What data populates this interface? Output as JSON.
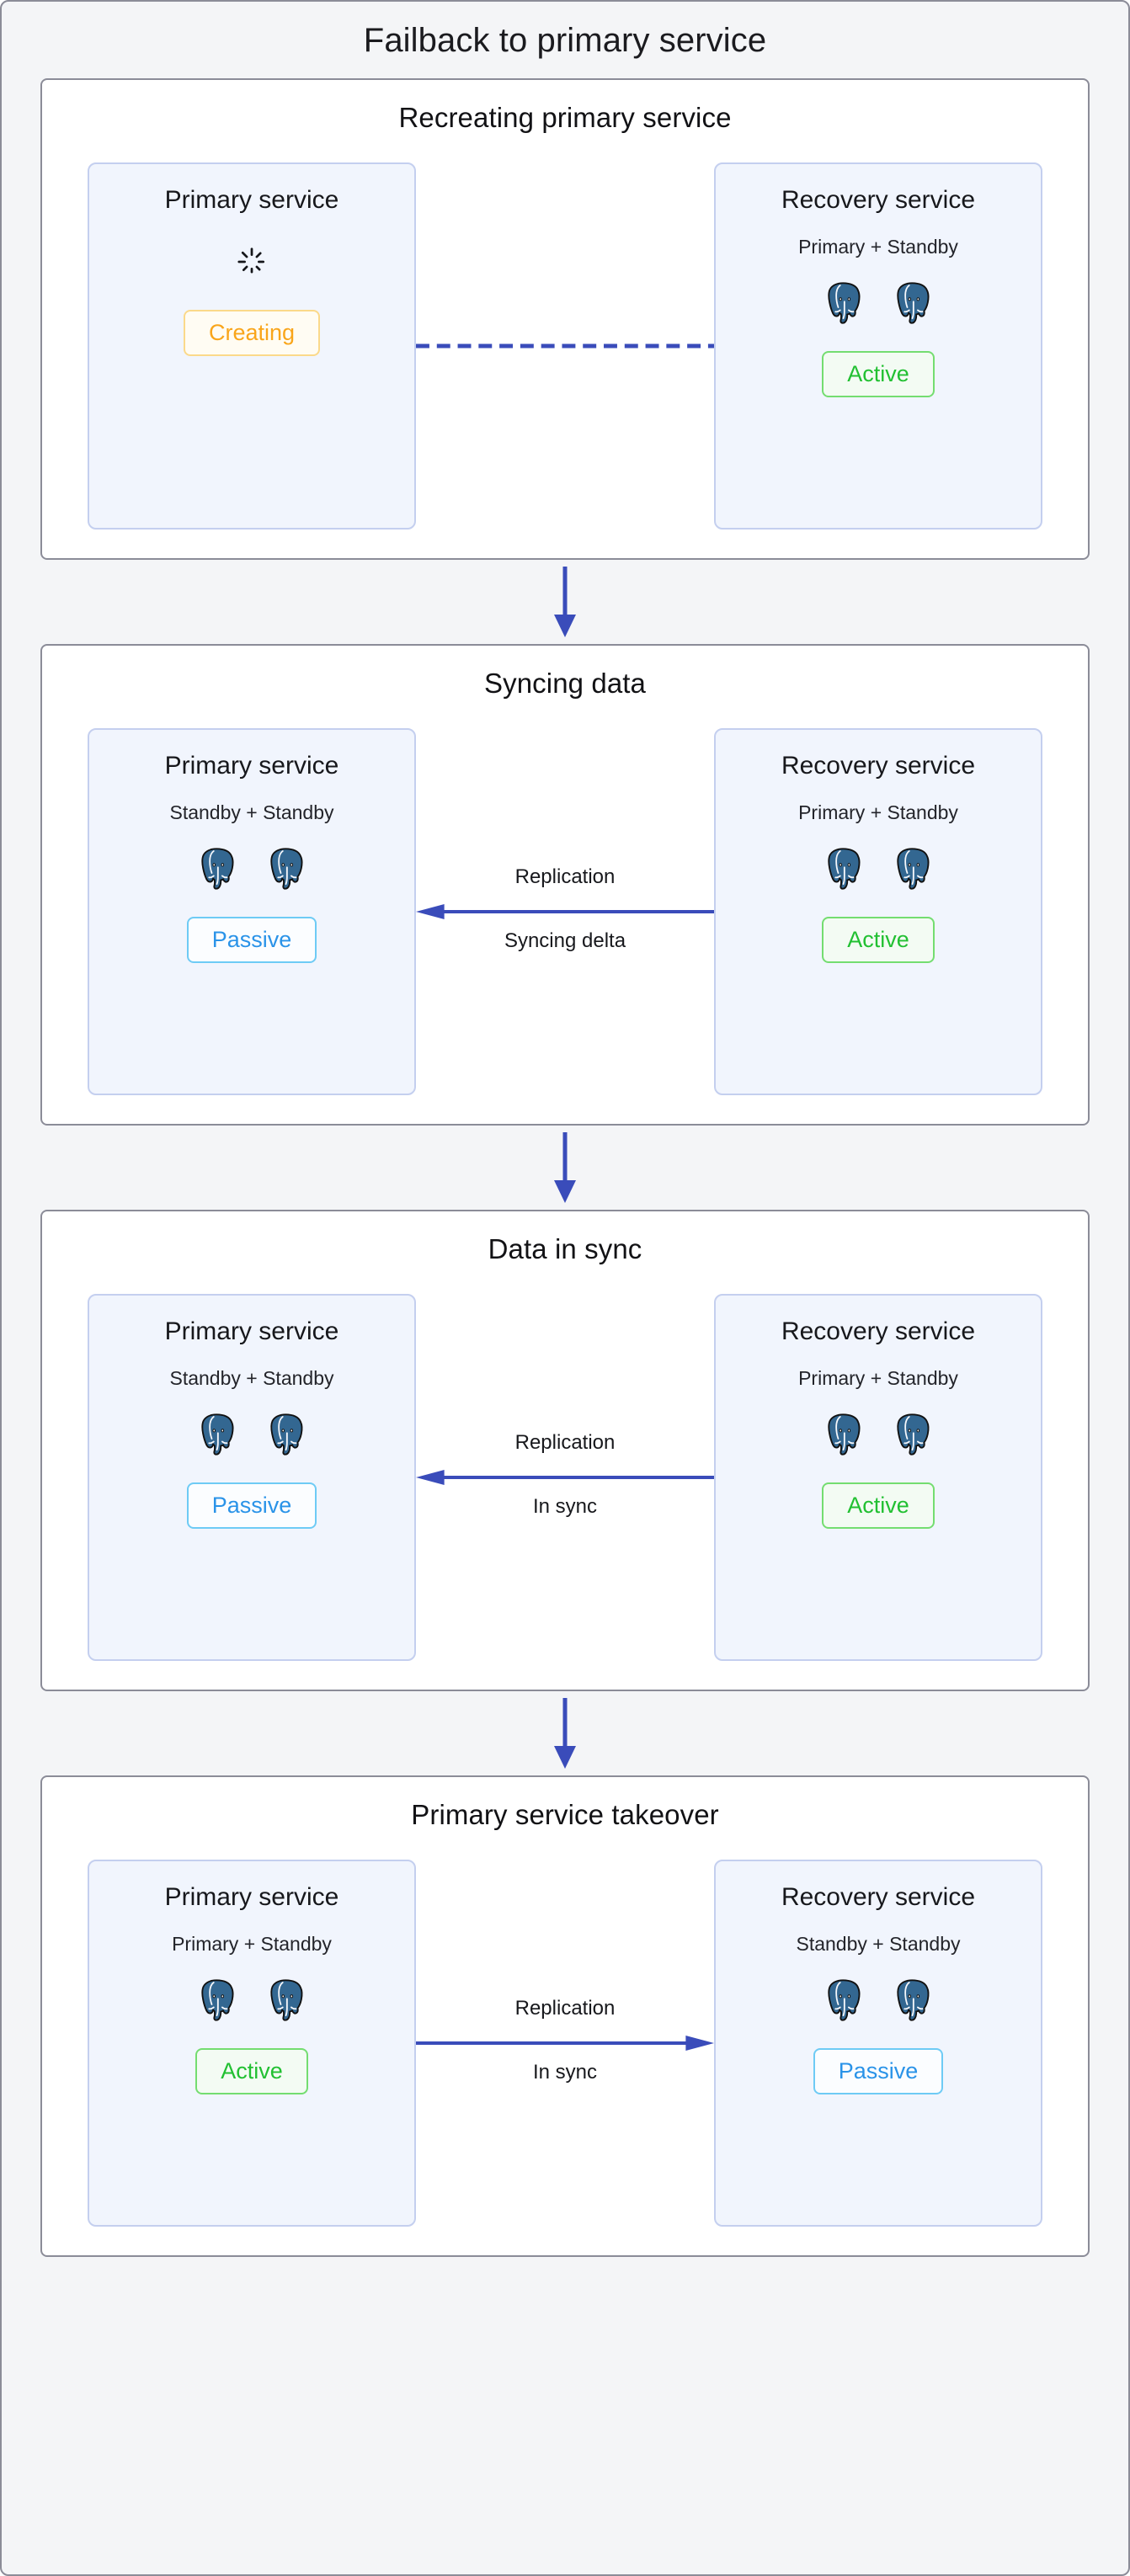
{
  "title": "Failback to primary service",
  "colors": {
    "arrow": "#3a4cba",
    "active": "#22c032",
    "passive": "#2a93e8",
    "creating": "#f9a51a",
    "card_bg": "#f1f5fd",
    "card_border": "#c4cfef",
    "panel_border": "#8b8c98",
    "frame_bg": "#f4f5f7",
    "pg_elephant": "#336791"
  },
  "stages": [
    {
      "title": "Recreating primary service",
      "left": {
        "name": "Primary service",
        "subtitle": "",
        "nodes": 0,
        "spinner": true,
        "badge": "Creating",
        "badge_kind": "creating"
      },
      "connector": {
        "style": "dashed",
        "direction": "none",
        "label_top": "",
        "label_bottom": ""
      },
      "right": {
        "name": "Recovery service",
        "subtitle": "Primary + Standby",
        "nodes": 2,
        "spinner": false,
        "badge": "Active",
        "badge_kind": "active"
      }
    },
    {
      "title": "Syncing data",
      "left": {
        "name": "Primary service",
        "subtitle": "Standby + Standby",
        "nodes": 2,
        "spinner": false,
        "badge": "Passive",
        "badge_kind": "passive"
      },
      "connector": {
        "style": "solid",
        "direction": "left",
        "label_top": "Replication",
        "label_bottom": "Syncing delta"
      },
      "right": {
        "name": "Recovery service",
        "subtitle": "Primary + Standby",
        "nodes": 2,
        "spinner": false,
        "badge": "Active",
        "badge_kind": "active"
      }
    },
    {
      "title": "Data in sync",
      "left": {
        "name": "Primary service",
        "subtitle": "Standby + Standby",
        "nodes": 2,
        "spinner": false,
        "badge": "Passive",
        "badge_kind": "passive"
      },
      "connector": {
        "style": "solid",
        "direction": "left",
        "label_top": "Replication",
        "label_bottom": "In sync"
      },
      "right": {
        "name": "Recovery service",
        "subtitle": "Primary + Standby",
        "nodes": 2,
        "spinner": false,
        "badge": "Active",
        "badge_kind": "active"
      }
    },
    {
      "title": "Primary service takeover",
      "left": {
        "name": "Primary service",
        "subtitle": "Primary + Standby",
        "nodes": 2,
        "spinner": false,
        "badge": "Active",
        "badge_kind": "active"
      },
      "connector": {
        "style": "solid",
        "direction": "right",
        "label_top": "Replication",
        "label_bottom": "In sync"
      },
      "right": {
        "name": "Recovery service",
        "subtitle": "Standby + Standby",
        "nodes": 2,
        "spinner": false,
        "badge": "Passive",
        "badge_kind": "passive"
      }
    }
  ],
  "step_arrows": 3,
  "icons": {
    "database_node": "postgresql-elephant-icon",
    "loading": "spinner-icon",
    "step": "arrow-down-icon"
  }
}
